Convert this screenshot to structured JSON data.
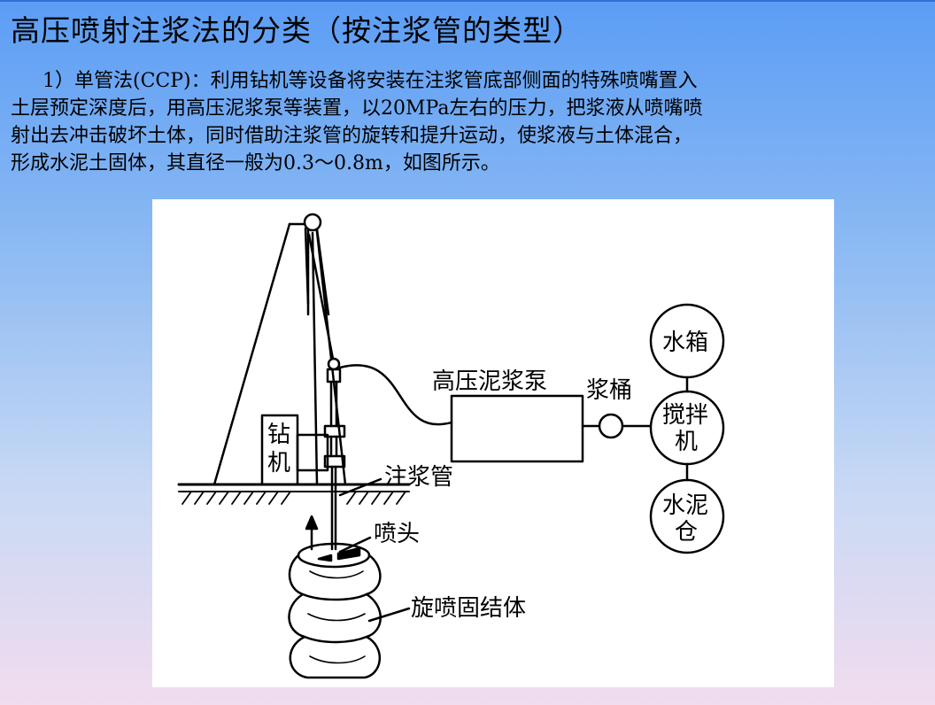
{
  "slide": {
    "title": "高压喷射注浆法的分类（按注浆管的类型）",
    "paragraph_lines": [
      "1）单管法(CCP)：利用钻机等设备将安装在注浆管底部侧面的特殊喷嘴置入",
      "土层预定深度后，用高压泥浆泵等装置，以20MPa左右的压力，把浆液从喷嘴喷",
      "射出去冲击破坏土体，同时借助注浆管的旋转和提升运动，使浆液与土体混合，",
      "形成水泥土固体，其直径一般为0.3～0.8m，如图所示。"
    ]
  },
  "diagram": {
    "labels": {
      "drill_line1": "钻",
      "drill_line2": "机",
      "pump": "高压泥浆泵",
      "bucket": "浆桶",
      "water_tank": "水箱",
      "mixer_line1": "搅拌",
      "mixer_line2": "机",
      "cement_line1": "水泥",
      "cement_line2": "仓",
      "grout_pipe": "注浆管",
      "nozzle": "喷头",
      "column": "旋喷固结体"
    }
  }
}
